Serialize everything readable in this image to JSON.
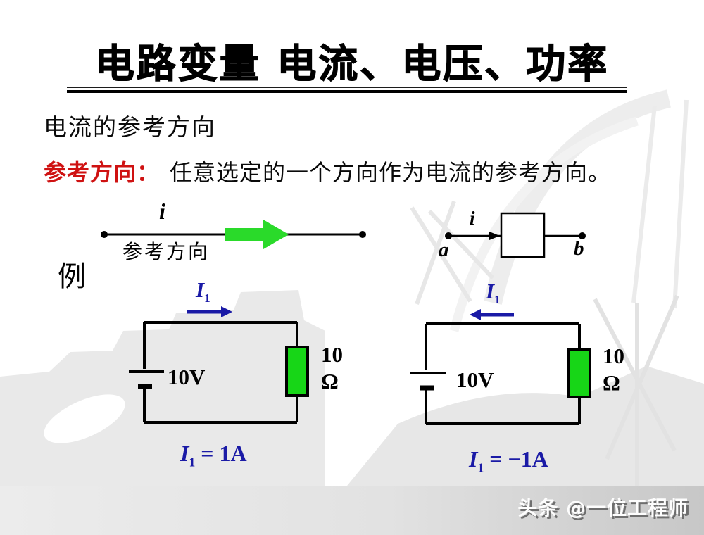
{
  "title": {
    "text": "电路变量 电流、电压、功率"
  },
  "subtitle": "电流的参考方向",
  "definition": {
    "term": "参考方向：",
    "text": "任意选定的一个方向作为电流的参考方向。"
  },
  "reference_wire": {
    "current_label": "i",
    "caption": "参考方向",
    "arrow_direction": "right"
  },
  "element_box": {
    "current_label": "i",
    "terminal_a": "a",
    "terminal_b": "b"
  },
  "example_label": "例",
  "circuits": [
    {
      "current_symbol": "I",
      "current_subscript": "1",
      "arrow_direction": "right",
      "source_voltage": "10V",
      "resistor_value": "10",
      "resistor_unit": "Ω",
      "result_symbol": "I",
      "result_subscript": "1",
      "result_text": "= 1A"
    },
    {
      "current_symbol": "I",
      "current_subscript": "1",
      "arrow_direction": "left",
      "source_voltage": "10V",
      "resistor_value": "10",
      "resistor_unit": "Ω",
      "result_symbol": "I",
      "result_subscript": "1",
      "result_text": "= −1A"
    }
  ],
  "watermark": "头条 @一位工程师",
  "colors": {
    "accent_blue": "#1a1aa6",
    "accent_red": "#cf1212",
    "arrow_green": "#2ada2a",
    "resistor_green": "#17d617",
    "wire_black": "#000000",
    "footer_gray": "#d9d9d9"
  }
}
